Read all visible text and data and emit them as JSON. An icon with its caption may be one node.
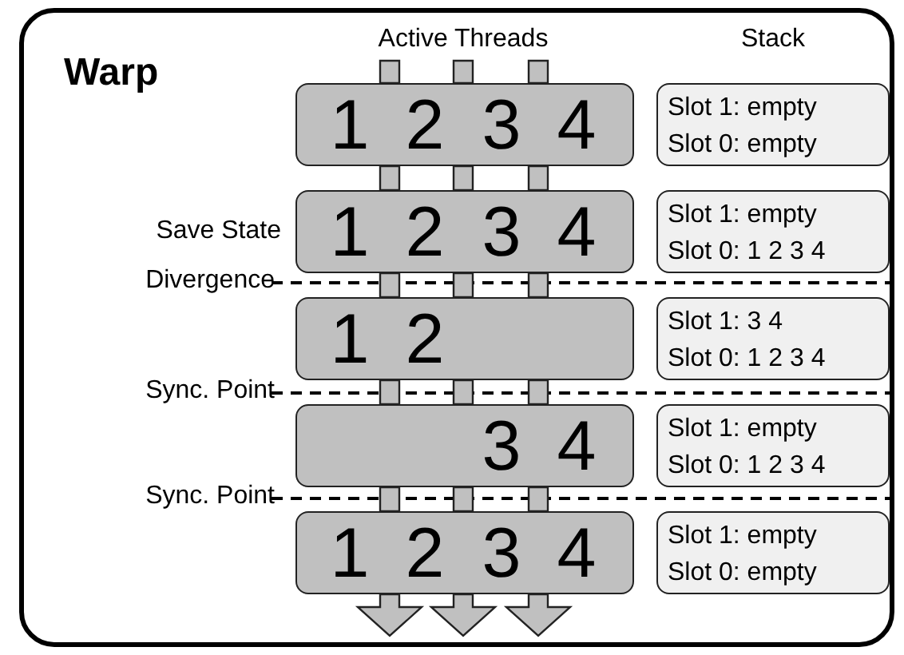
{
  "diagram": {
    "nodes": [
      {
        "text": [
          "Warp"
        ]
      },
      {
        "text": [
          "1",
          "2",
          "3",
          "4"
        ],
        "in": 0
      },
      {
        "text": [
          "Slot 1: empty",
          "Slot 0: empty"
        ],
        "in": 0
      },
      {
        "text": [
          "1",
          "2",
          "3",
          "4"
        ],
        "in": 0,
        "beside": [
          "Save State"
        ]
      },
      {
        "text": [
          "Slot 1: empty",
          "Slot 0: 1 2 3 4"
        ],
        "in": 0
      },
      {
        "text": [
          "1",
          "2"
        ],
        "in": 0
      },
      {
        "text": [
          "Slot 1: 3 4",
          "Slot 0: 1 2 3 4"
        ],
        "in": 0
      },
      {
        "text": [
          "3",
          "4"
        ],
        "in": 0
      },
      {
        "text": [
          "Slot 1: empty",
          "Slot 0: 1 2 3 4"
        ],
        "in": 0
      },
      {
        "text": [
          "1",
          "2",
          "3",
          "4"
        ],
        "in": 0
      },
      {
        "text": [
          "Slot 1: empty",
          "Slot 0: empty"
        ],
        "in": 0
      }
    ],
    "edges": [
      {
        "from": null,
        "to": 1,
        "arrow": "none",
        "style": "thick"
      },
      {
        "from": null,
        "to": 1,
        "arrow": "none",
        "style": "thick"
      },
      {
        "from": null,
        "to": 1,
        "arrow": "none",
        "style": "thick"
      },
      {
        "from": 1,
        "to": 3,
        "arrow": "none",
        "style": "thick"
      },
      {
        "from": 1,
        "to": 3,
        "arrow": "none",
        "style": "thick"
      },
      {
        "from": 1,
        "to": 3,
        "arrow": "none",
        "style": "thick"
      },
      {
        "from": 3,
        "to": 5,
        "arrow": "none",
        "style": "thick"
      },
      {
        "from": 3,
        "to": 5,
        "arrow": "none",
        "style": "thick"
      },
      {
        "from": 3,
        "to": 5,
        "arrow": "none",
        "style": "thick"
      },
      {
        "from": 5,
        "to": 7,
        "arrow": "none",
        "style": "thick"
      },
      {
        "from": 5,
        "to": 7,
        "arrow": "none",
        "style": "thick"
      },
      {
        "from": 5,
        "to": 7,
        "arrow": "none",
        "style": "thick"
      },
      {
        "from": 7,
        "to": 9,
        "arrow": "none",
        "style": "thick"
      },
      {
        "from": 7,
        "to": 9,
        "arrow": "none",
        "style": "thick"
      },
      {
        "from": 7,
        "to": 9,
        "arrow": "none",
        "style": "thick"
      },
      {
        "from": 9,
        "to": null,
        "arrow": "to",
        "style": "thick"
      },
      {
        "from": 9,
        "to": null,
        "arrow": "to",
        "style": "thick"
      },
      {
        "from": 9,
        "to": null,
        "arrow": "to",
        "style": "thick"
      }
    ],
    "labels": [
      "Active Threads",
      "Stack",
      "Divergence",
      "Sync. Point",
      "Sync. Point"
    ]
  }
}
